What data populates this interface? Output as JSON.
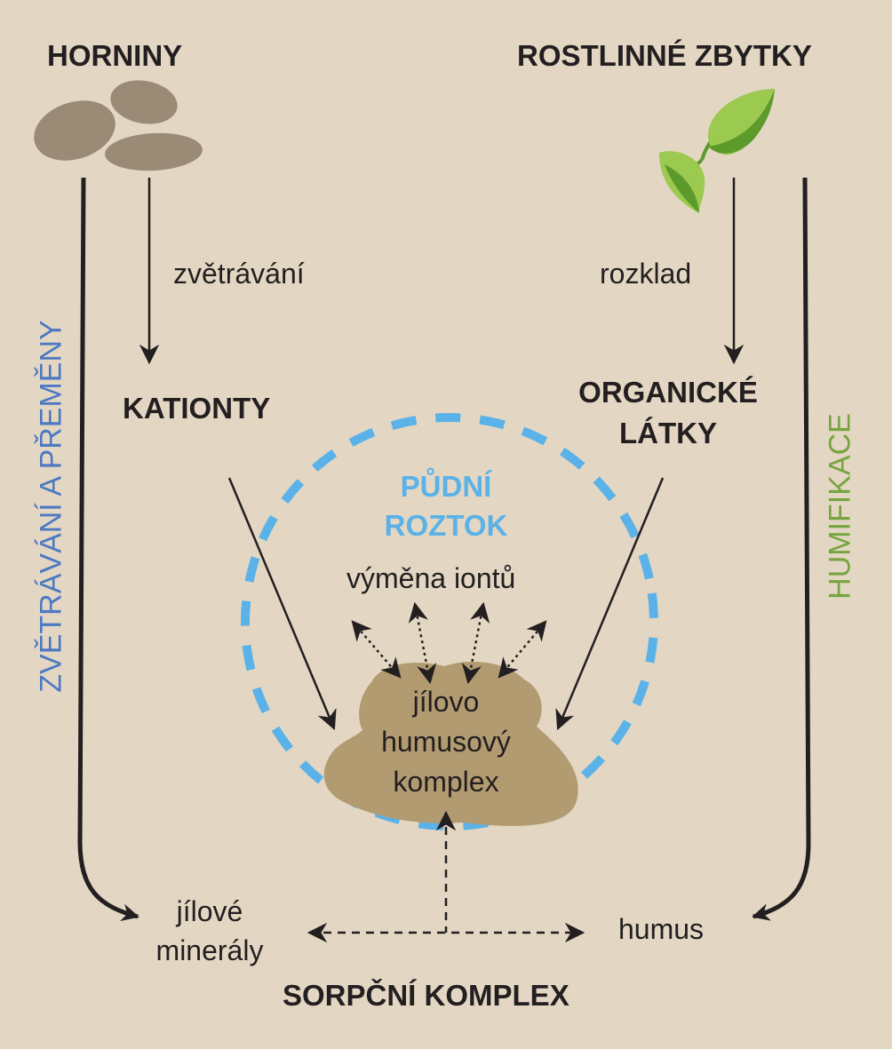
{
  "labels": {
    "horniny": "HORNINY",
    "rostlinne_zbytky": "ROSTLINNÉ ZBYTKY",
    "zvetravani": "zvětrávání",
    "rozklad": "rozklad",
    "kationty": "KATIONTY",
    "organicke_line1": "ORGANICKÉ",
    "organicke_line2": "LÁTKY",
    "pudni_line1": "PŮDNÍ",
    "pudni_line2": "ROZTOK",
    "vymena_iontu": "výměna iontů",
    "komplex_line1": "jílovo",
    "komplex_line2": "humusový",
    "komplex_line3": "komplex",
    "jilove_line1": "jílové",
    "jilove_line2": "minerály",
    "humus": "humus",
    "sorpcni_komplex": "SORPČNÍ KOMPLEX",
    "left_vertical": "ZVĚTRÁVÁNÍ A PŘEMĚNY",
    "right_vertical": "HUMIFIKACE"
  },
  "icons": {
    "rocks": "rocks-icon",
    "leaves": "plant-sprout-icon"
  },
  "colors": {
    "background": "#e3d7c3",
    "rock": "#9a8a76",
    "clay_humus_blob": "#b39b71",
    "soil_solution_ring": "#5bb2e8",
    "left_vertical_text": "#4d79c2",
    "right_vertical_text": "#76a440",
    "leaf_light": "#9cc94f",
    "leaf_dark": "#5d9a2c"
  }
}
